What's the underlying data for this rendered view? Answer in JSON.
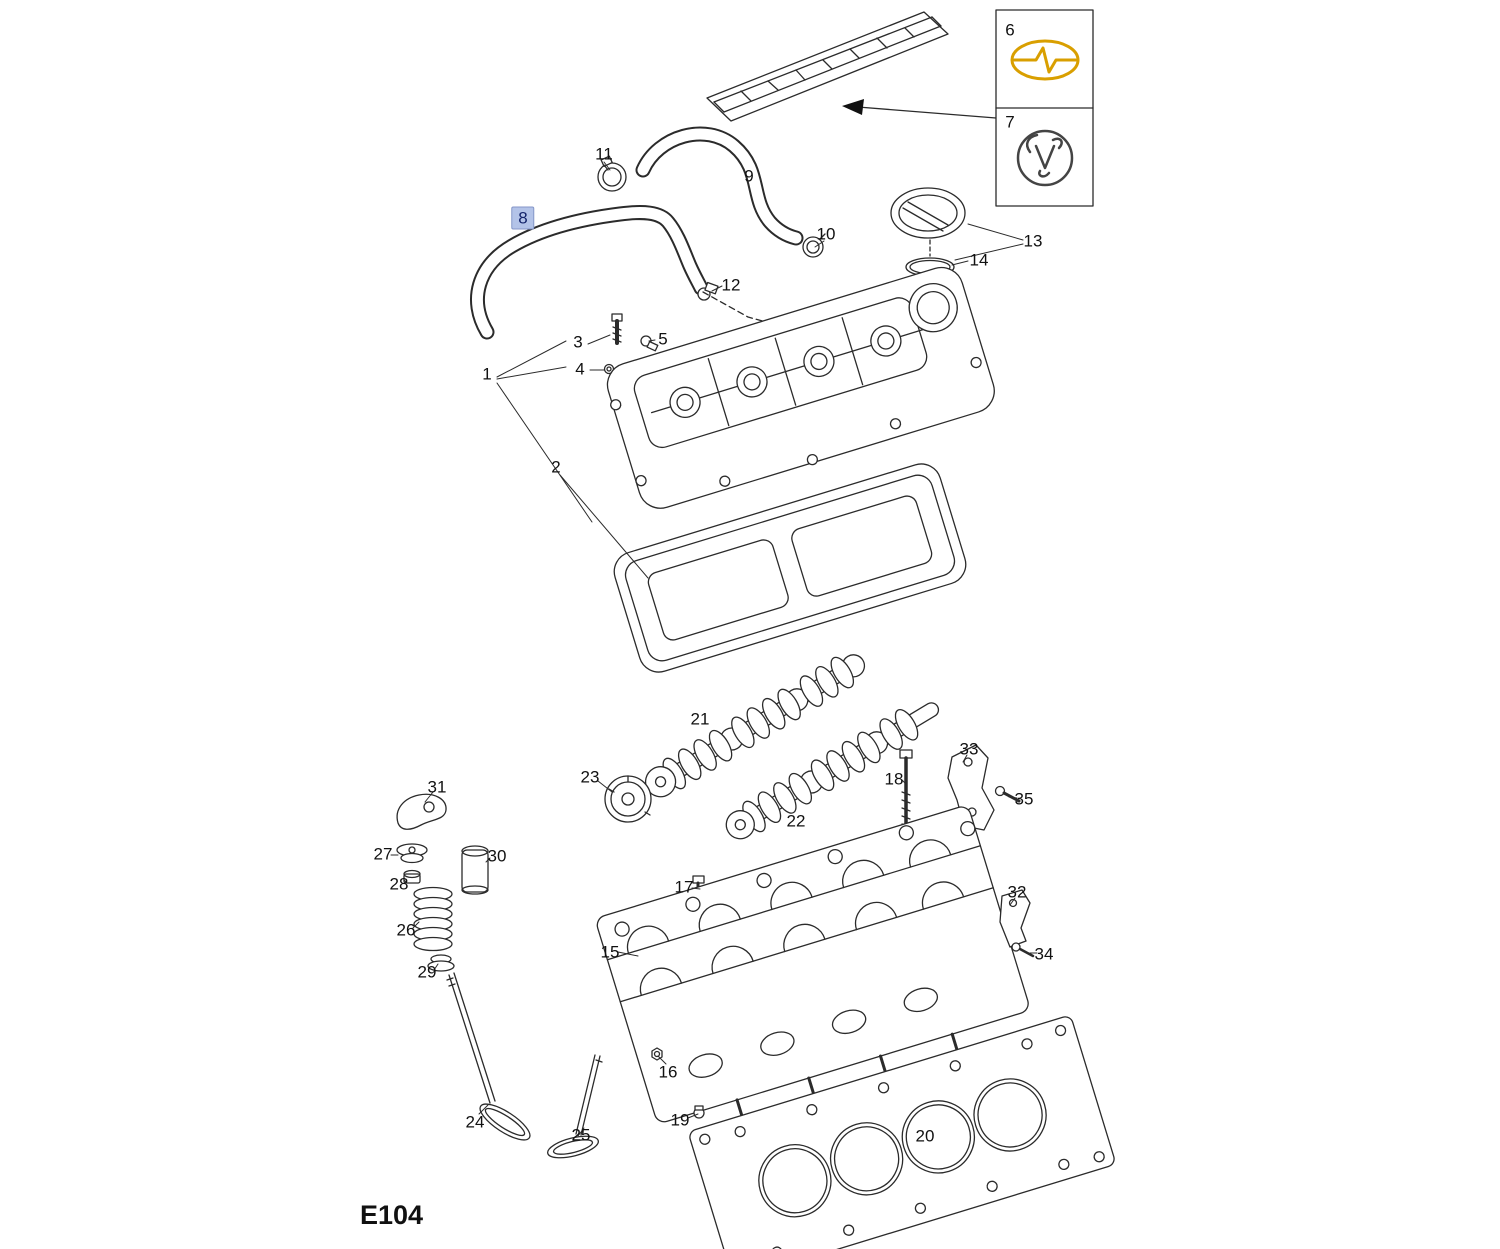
{
  "figure": {
    "code": "E104"
  },
  "colors": {
    "line": "#2b2b2b",
    "highlight_bg": "#b3c3e8",
    "highlight_border": "#8496c8",
    "opel_yellow": "#d99f00",
    "vauxhall_gray": "#444444"
  },
  "icons": {
    "opel": "opel-lightning-logo",
    "vauxhall": "vauxhall-griffin-logo"
  },
  "callouts": [
    {
      "label": "1"
    },
    {
      "label": "2"
    },
    {
      "label": "3"
    },
    {
      "label": "4"
    },
    {
      "label": "5"
    },
    {
      "label": "6"
    },
    {
      "label": "7"
    },
    {
      "label": "8",
      "highlighted": true
    },
    {
      "label": "9"
    },
    {
      "label": "10"
    },
    {
      "label": "11"
    },
    {
      "label": "12"
    },
    {
      "label": "13"
    },
    {
      "label": "14"
    },
    {
      "label": "15"
    },
    {
      "label": "16"
    },
    {
      "label": "17"
    },
    {
      "label": "18"
    },
    {
      "label": "19"
    },
    {
      "label": "20"
    },
    {
      "label": "21"
    },
    {
      "label": "22"
    },
    {
      "label": "23"
    },
    {
      "label": "24"
    },
    {
      "label": "25"
    },
    {
      "label": "26"
    },
    {
      "label": "27"
    },
    {
      "label": "28"
    },
    {
      "label": "29"
    },
    {
      "label": "30"
    },
    {
      "label": "31"
    },
    {
      "label": "32"
    },
    {
      "label": "33"
    },
    {
      "label": "34"
    },
    {
      "label": "35"
    }
  ]
}
